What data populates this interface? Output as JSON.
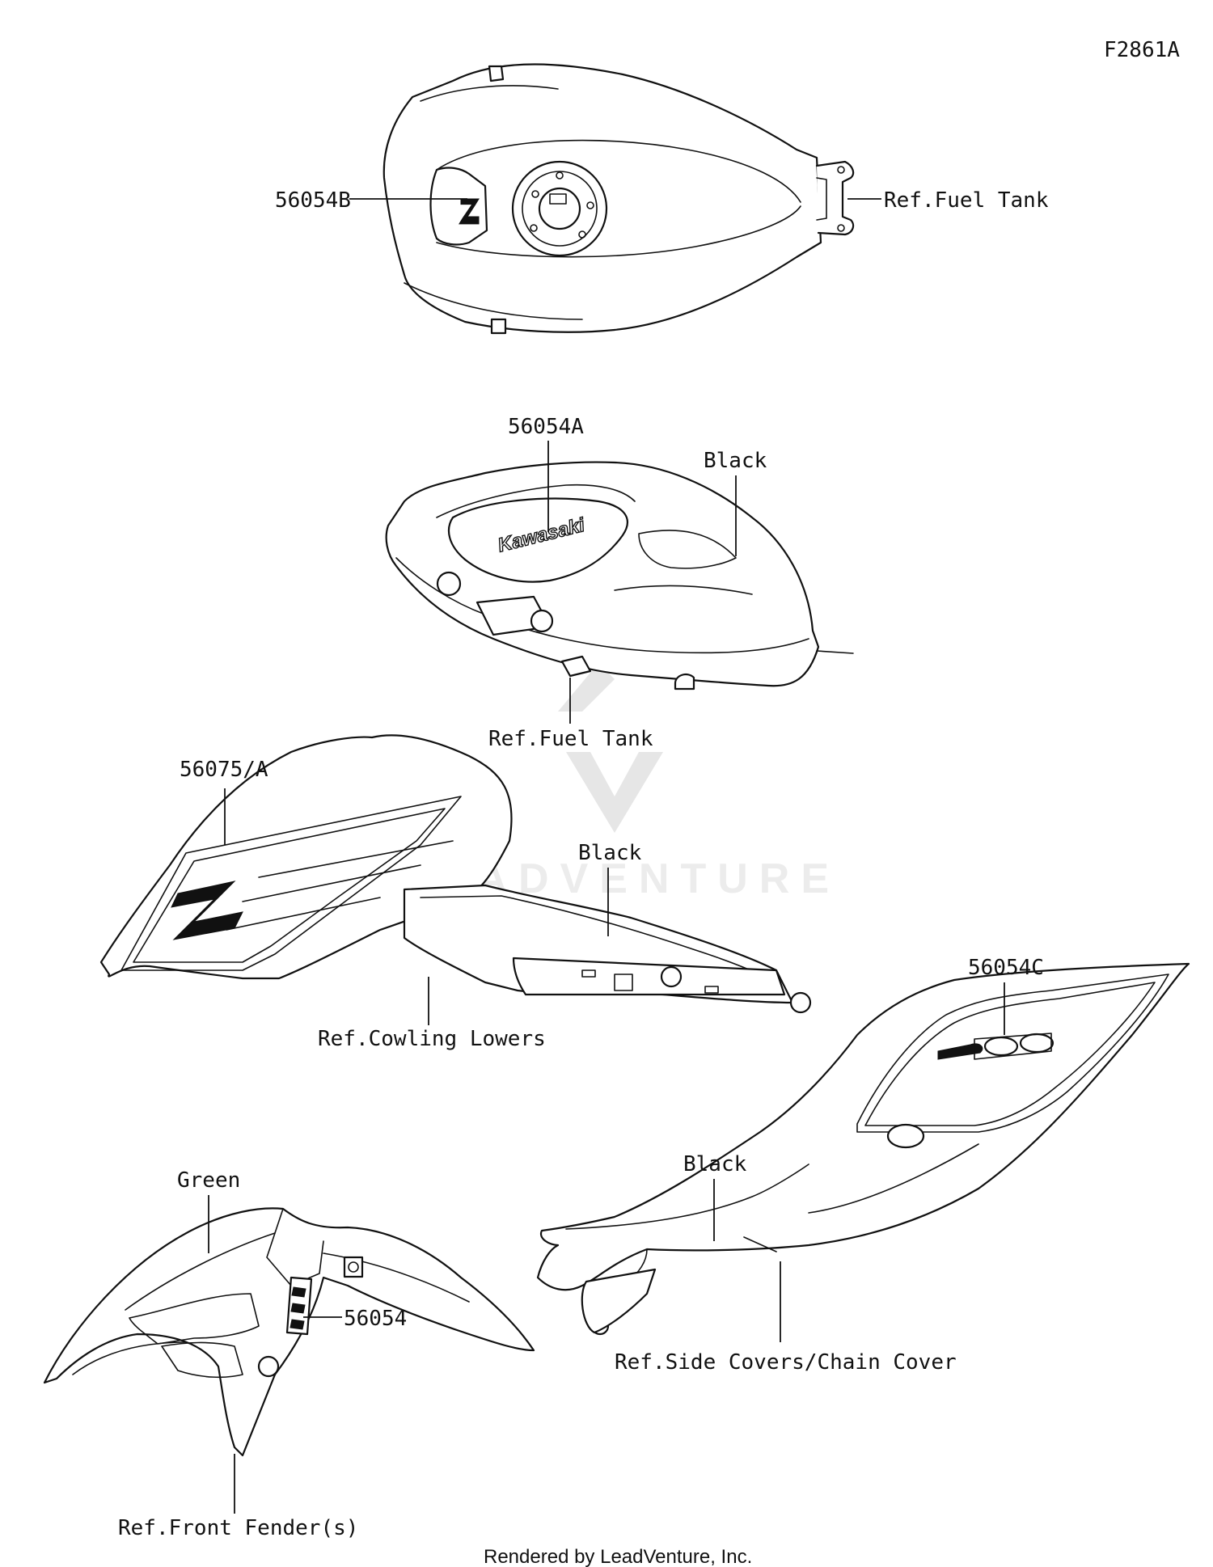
{
  "diagram_code": "F2861A",
  "callouts": {
    "p56054B": "56054B",
    "ref_fuel_tank_1": "Ref.Fuel Tank",
    "p56054A": "56054A",
    "black_1": "Black",
    "ref_fuel_tank_2": "Ref.Fuel Tank",
    "p56075A": "56075/A",
    "black_2": "Black",
    "ref_cowling_lowers": "Ref.Cowling Lowers",
    "p56054C": "56054C",
    "black_3": "Black",
    "ref_side_covers": "Ref.Side Covers/Chain Cover",
    "green": "Green",
    "p56054": "56054",
    "ref_front_fender": "Ref.Front Fender(s)"
  },
  "decal_text": {
    "tank_logo": "Kawasaki"
  },
  "watermark": {
    "text": "LEADVENTURE"
  },
  "footer": {
    "rendered_by": "Rendered by LeadVenture, Inc."
  }
}
